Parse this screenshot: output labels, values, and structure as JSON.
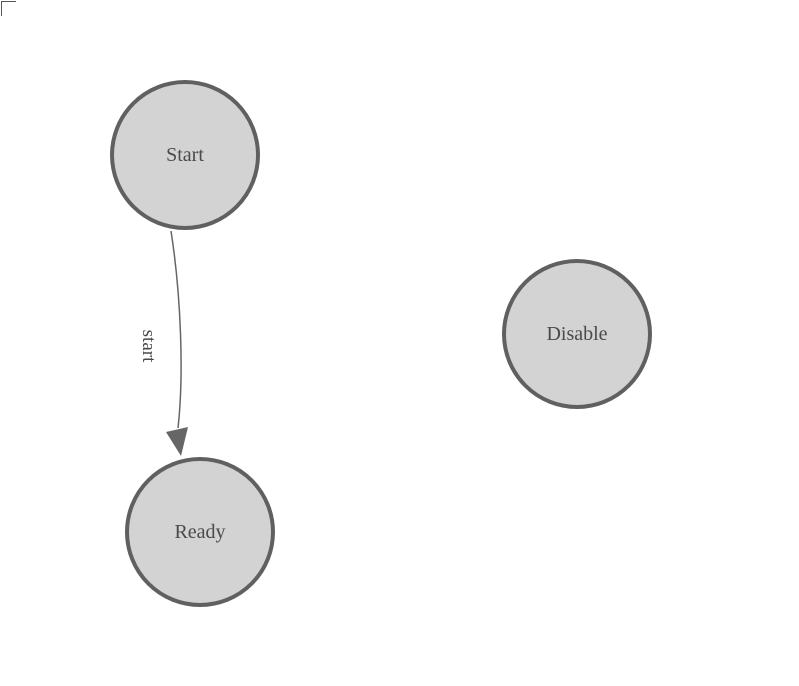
{
  "diagram": {
    "type": "state-machine",
    "colors": {
      "canvas_bg": "#ffffff",
      "corner_color": "#555555",
      "node_fill": "#d3d3d3",
      "node_stroke": "#606060",
      "edge_color": "#666666",
      "text_color": "#4a4a4a"
    },
    "nodes": [
      {
        "id": "start",
        "label": "Start"
      },
      {
        "id": "ready",
        "label": "Ready"
      },
      {
        "id": "disable",
        "label": "Disable"
      }
    ],
    "edges": [
      {
        "from": "Start",
        "to": "Ready",
        "label": "start",
        "label_rotation_deg": 90
      }
    ]
  }
}
